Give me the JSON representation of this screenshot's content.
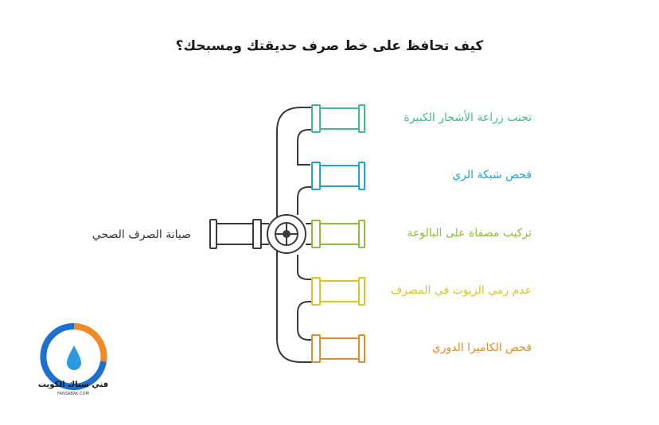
{
  "title": "كيف تحافظ على خط صرف حديقتك ومسبحك؟",
  "center_label": "صيانة الصرف الصحي",
  "branches": [
    {
      "label": "تجنب زراعة الأشجار الكبيرة",
      "color": "#3dbf8c"
    },
    {
      "label": "فحص شبكة الري",
      "color": "#22a5c8"
    },
    {
      "label": "تركيب مصفاة على البالوعة",
      "color": "#8ebd3a"
    },
    {
      "label": "عدم رمي الزيوت في المصرف",
      "color": "#d6c62a"
    },
    {
      "label": "فحص الكاميرا الدوري",
      "color": "#d9902e"
    }
  ],
  "logo": {
    "name": "فني سباك الكويت",
    "url": "FANSABAK.COM"
  },
  "colors": {
    "pipe": "#3a3a3a",
    "logo_blue": "#1e6fd0",
    "logo_orange": "#f08a24"
  }
}
